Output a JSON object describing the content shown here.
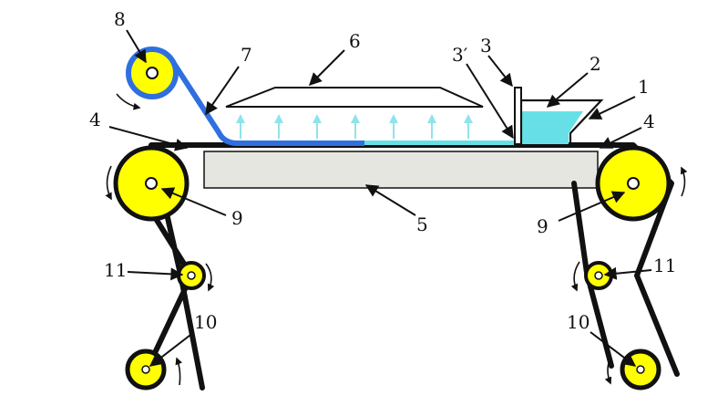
{
  "labels": {
    "l1": "1",
    "l2": "2",
    "l3": "3",
    "l3p": "3′",
    "l4a": "4",
    "l4b": "4",
    "l5": "5",
    "l6": "6",
    "l7": "7",
    "l8": "8",
    "l9a": "9",
    "l9b": "9",
    "l10a": "10",
    "l10b": "10",
    "l11a": "11",
    "l11b": "11"
  },
  "colors": {
    "roller_fill": "#FFFF00",
    "belt": "#111111",
    "film": "#2F6FE0",
    "slurry": "#66E0E6",
    "table": "#E6E6E1",
    "vapor_arrow": "#8FE3EA"
  }
}
